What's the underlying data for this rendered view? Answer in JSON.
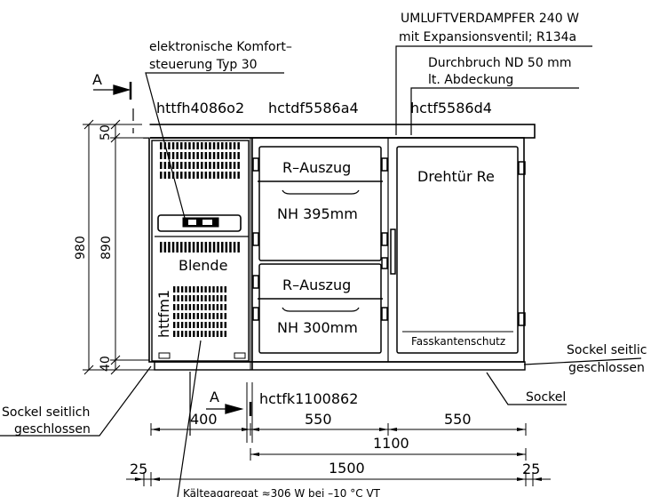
{
  "callouts": {
    "evaporator_line1": "UMLUFTVERDAMPFER 240 W",
    "evaporator_line2": "mit Expansionsventil; R134a",
    "passage_line1": "Durchbruch ND 50 mm",
    "passage_line2": "lt. Abdeckung",
    "control_line1": "elektronische Komfort–",
    "control_line2": "steuerung Typ 30",
    "plinth_right_line1": "Sockel seitlic",
    "plinth_right_line2": "geschlossen",
    "plinth_left_line1": "Sockel seitlich",
    "plinth_left_line2": "geschlossen",
    "plinth": "Sockel",
    "aggregate": "Kälteaggregat ≈306 W bei –10 °C VT"
  },
  "section_marker": "A",
  "codes": {
    "left_module": "httfh4086o2",
    "middle_module": "hctdf5586a4",
    "right_module": "hctf5586d4",
    "base_frame": "hctfk1100862",
    "side_module": "httfm1"
  },
  "labels": {
    "drawer_top": "R–Auszug",
    "drawer_top_height": "NH 395mm",
    "drawer_bottom": "R–Auszug",
    "drawer_bottom_height": "NH 300mm",
    "door": "Drehtür Re",
    "edge_protection": "Fasskantenschutz",
    "panel": "Blende"
  },
  "dimensions": {
    "worktop": "50",
    "total_height": "980",
    "body_height": "890",
    "plinth_height": "40",
    "left_width": "400",
    "middle_width": "550",
    "right_width": "550",
    "combined_width": "1100",
    "overall_width": "1500",
    "overhang_left": "25",
    "overhang_right": "25"
  }
}
